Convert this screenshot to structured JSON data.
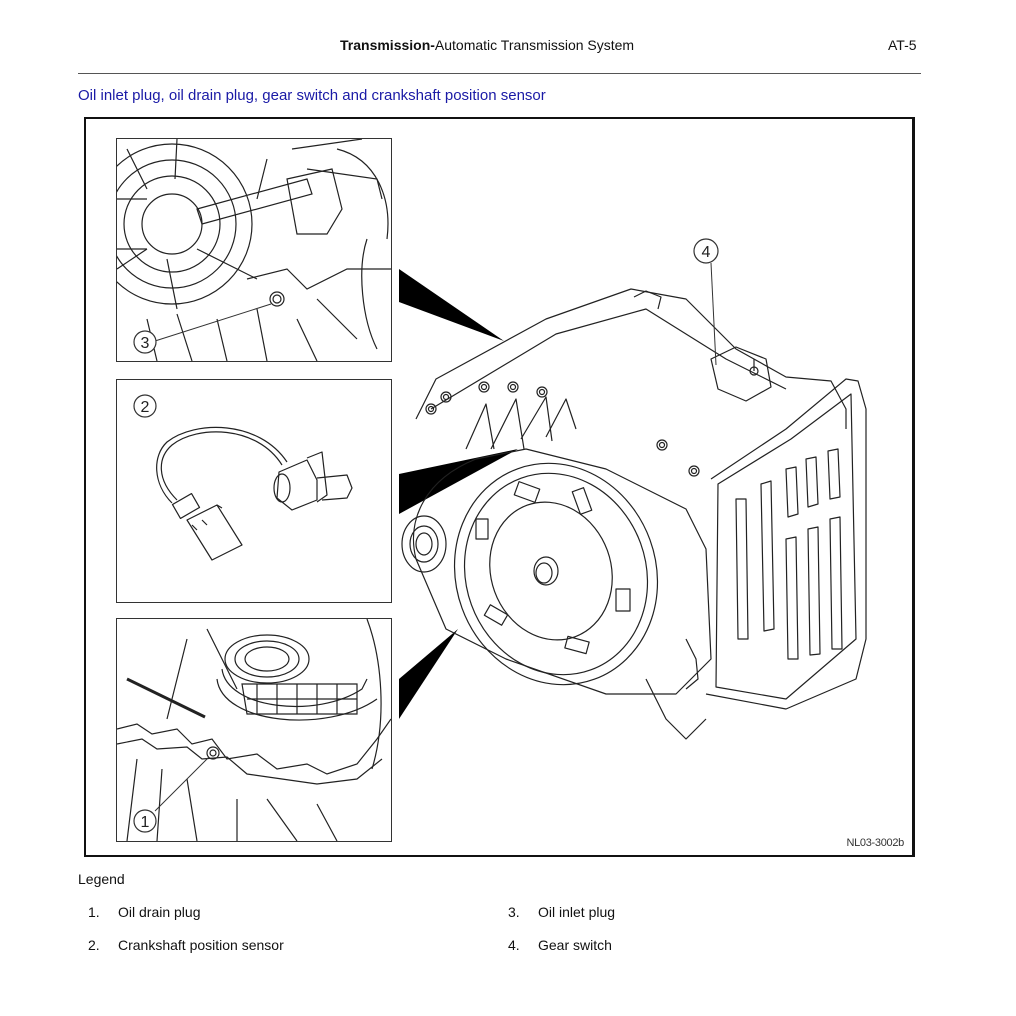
{
  "header": {
    "title_bold": "Transmission-",
    "title_rest": "Automatic Transmission System",
    "page_number": "AT-5"
  },
  "section": {
    "title": "Oil inlet plug, oil drain plug, gear switch and crankshaft position sensor",
    "title_color": "#1a1aa6"
  },
  "figure": {
    "id": "NL03-3002b",
    "callouts": {
      "inset_top": "3",
      "inset_middle": "2",
      "inset_bottom": "1",
      "main": "4"
    },
    "insets": [
      {
        "callout": "3",
        "depicts": "oil inlet plug location"
      },
      {
        "callout": "2",
        "depicts": "crankshaft position sensor with connector"
      },
      {
        "callout": "1",
        "depicts": "oil drain plug location"
      }
    ],
    "main_view": {
      "callout": "4",
      "depicts": "automatic transmission assembly with gear switch"
    }
  },
  "legend": {
    "title": "Legend",
    "items": [
      {
        "num": "1.",
        "label": "Oil drain plug"
      },
      {
        "num": "2.",
        "label": "Crankshaft position sensor"
      },
      {
        "num": "3.",
        "label": "Oil inlet plug"
      },
      {
        "num": "4.",
        "label": "Gear switch"
      }
    ]
  }
}
